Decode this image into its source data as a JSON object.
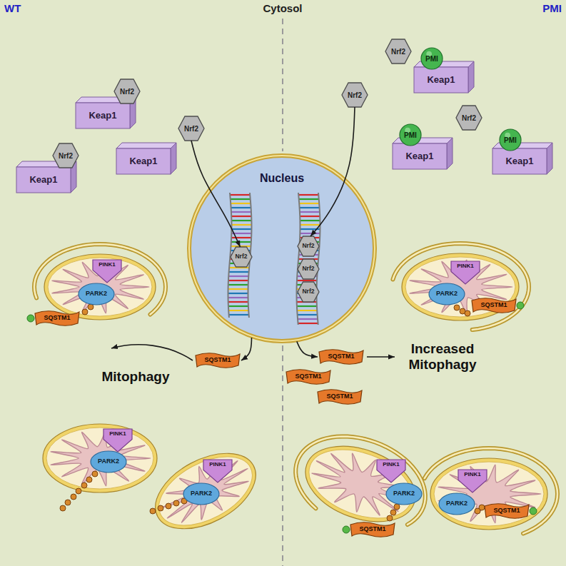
{
  "diagram": {
    "nodes": [
      {
        "text": [
          "Keap1"
        ]
      },
      {
        "text": [
          "Nrf2"
        ]
      },
      {
        "text": [
          "Keap1"
        ]
      },
      {
        "text": [
          "Nrf2"
        ]
      },
      {
        "text": [
          "Keap1"
        ]
      },
      {
        "text": [
          "Nrf2"
        ]
      },
      {
        "text": [
          "Nrf2"
        ]
      },
      {
        "text": [
          "Keap1"
        ]
      },
      {
        "text": [
          "PMI"
        ]
      },
      {
        "text": [
          "Nrf2"
        ]
      },
      {
        "text": [
          "Keap1"
        ]
      },
      {
        "text": [
          "PMI"
        ]
      },
      {
        "text": [
          "Nrf2"
        ]
      },
      {
        "text": [
          "Keap1"
        ]
      },
      {
        "text": [
          "PMI"
        ]
      },
      {
        "text": [
          "Nucleus"
        ]
      },
      {
        "text": [
          "Nrf2"
        ],
        "in": 15
      },
      {
        "text": [
          "Nrf2"
        ],
        "in": 15
      },
      {
        "text": [
          "Nrf2"
        ],
        "in": 15
      },
      {
        "text": [
          "Nrf2"
        ],
        "in": 15
      },
      {
        "text": [
          "PINK1"
        ]
      },
      {
        "text": [
          "PARK2"
        ]
      },
      {
        "text": [
          "SQSTM1"
        ]
      },
      {
        "text": [
          "SQSTM1"
        ]
      },
      {
        "text": [
          "PINK1"
        ]
      },
      {
        "text": [
          "PARK2"
        ]
      },
      {
        "text": [
          "PINK1"
        ]
      },
      {
        "text": [
          "PARK2"
        ]
      },
      {
        "text": [
          "PINK1"
        ]
      },
      {
        "text": [
          "PARK2"
        ]
      },
      {
        "text": [
          "SQSTM1"
        ]
      },
      {
        "text": [
          "SQSTM1"
        ]
      },
      {
        "text": [
          "SQSTM1"
        ]
      },
      {
        "text": [
          "SQSTM1"
        ]
      },
      {
        "text": [
          "PINK1"
        ]
      },
      {
        "text": [
          "PARK2"
        ]
      },
      {
        "text": [
          "SQSTM1"
        ]
      },
      {
        "text": [
          "PINK1"
        ]
      },
      {
        "text": [
          "PARK2"
        ]
      },
      {
        "text": [
          "SQSTM1"
        ]
      }
    ],
    "edges": [
      {
        "from": 5,
        "to": 16,
        "arrow": "to"
      },
      {
        "from": 9,
        "to": 17,
        "arrow": "to"
      },
      {
        "from": 15,
        "to": 23,
        "arrow": "to"
      },
      {
        "from": 15,
        "to": 31,
        "arrow": "to"
      }
    ],
    "labels": [
      "WT",
      "Cytosol",
      "PMI",
      "Mitophagy",
      "Increased Mitophagy"
    ]
  }
}
